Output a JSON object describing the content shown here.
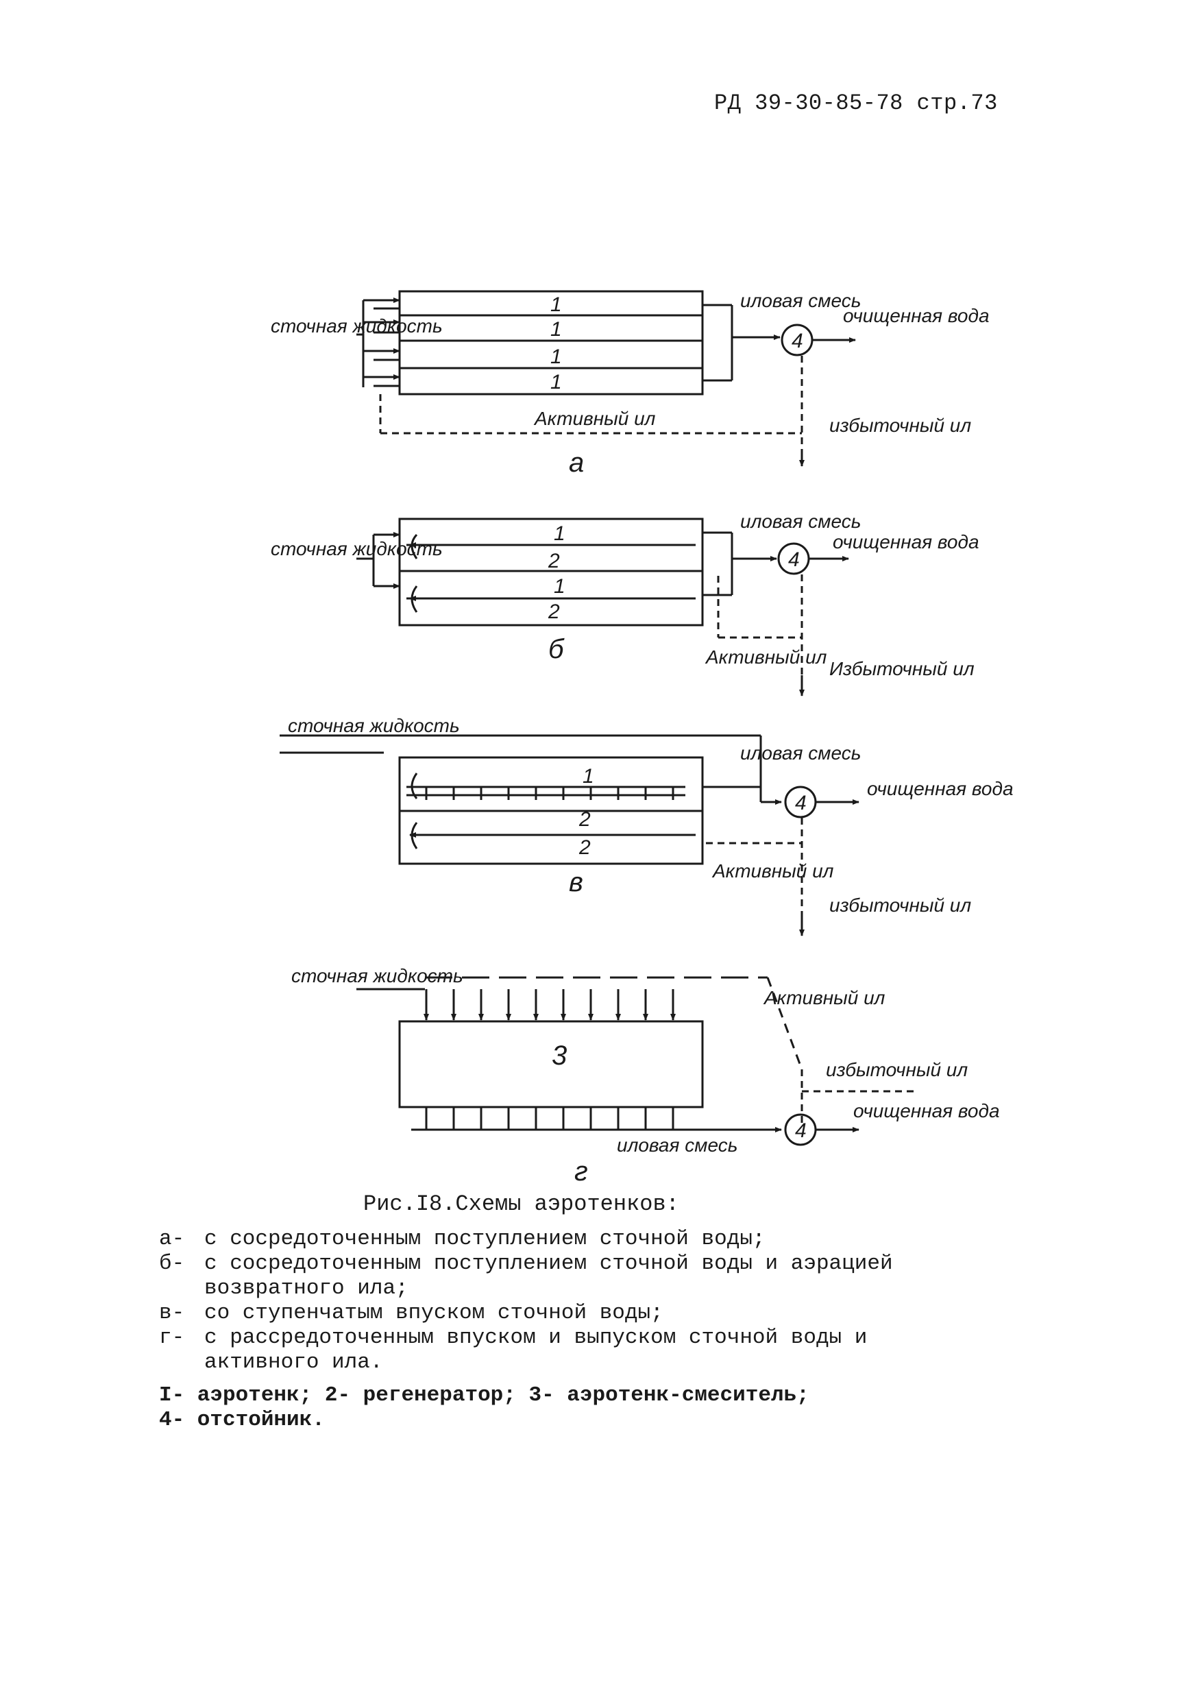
{
  "header": {
    "doc_ref": "РД 39-30-85-78 стр.73"
  },
  "scheme_a": {
    "influent": "сточная жидкость",
    "tank_numbers": [
      "1",
      "1",
      "1",
      "1"
    ],
    "mixed_liquor": "иловая смесь",
    "settler": "4",
    "treated_water": "очищенная вода",
    "return_sludge": "Активный ил",
    "excess_sludge": "избыточный ил",
    "letter": "а"
  },
  "scheme_b": {
    "influent": "сточная жидкость",
    "tank_numbers": [
      "1",
      "2",
      "1",
      "2"
    ],
    "mixed_liquor": "иловая смесь",
    "settler": "4",
    "treated_water": "очищенная вода",
    "return_sludge": "Активный ил",
    "excess_sludge": "Избыточный ил",
    "letter": "б"
  },
  "scheme_v": {
    "influent": "сточная жидкость",
    "tank_numbers": [
      "1",
      "2",
      "2"
    ],
    "mixed_liquor": "иловая смесь",
    "settler": "4",
    "treated_water": "очищенная вода",
    "return_sludge": "Активный ил",
    "excess_sludge": "избыточный ил",
    "letter": "в"
  },
  "scheme_g": {
    "influent": "сточная жидкость",
    "tank_number": "3",
    "mixed_liquor": "иловая смесь",
    "settler": "4",
    "treated_water": "очищенная вода",
    "return_sludge": "Активный ил",
    "excess_sludge": "избыточный ил",
    "letter": "г"
  },
  "caption": "Рис.I8.Схемы аэротенков:",
  "legend": {
    "a_key": "а-",
    "a_text": "с сосредоточенным поступлением сточной воды;",
    "b_key": "б-",
    "b_text_1": "с сосредоточенным поступлением сточной воды и аэрацией",
    "b_text_2": "возвратного ила;",
    "v_key": "в-",
    "v_text": "со ступенчатым впуском сточной воды;",
    "g_key": "г-",
    "g_text_1": "с рассредоточенным впуском и выпуском сточной воды и",
    "g_text_2": "активного ила.",
    "numbers_line": "I- аэротенк; 2- регенератор; 3- аэротенк-смеситель;",
    "settler_line": "4- отстойник."
  }
}
